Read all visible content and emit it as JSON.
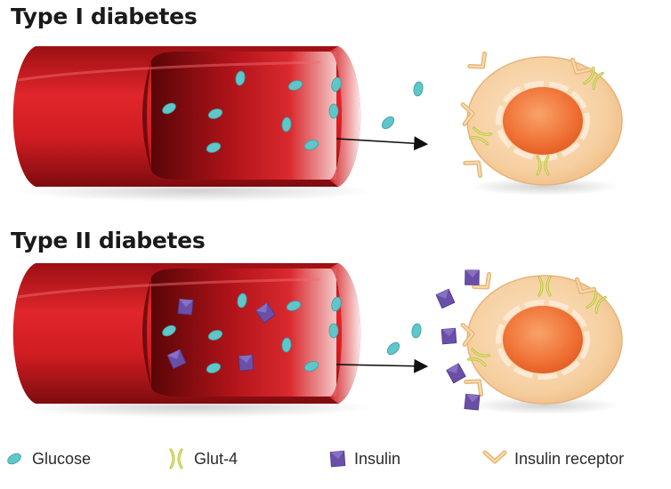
{
  "panels": [
    {
      "title": "Type I diabetes"
    },
    {
      "title": "Type II diabetes"
    }
  ],
  "legend": [
    {
      "label": "Glucose",
      "icon": "glucose-icon"
    },
    {
      "label": "Glut-4",
      "icon": "glut4-icon"
    },
    {
      "label": "Insulin",
      "icon": "insulin-icon"
    },
    {
      "label": "Insulin receptor",
      "icon": "insulin-receptor-icon"
    }
  ],
  "colors": {
    "vessel_red": "#c4161c",
    "vessel_dark": "#6d0a0c",
    "glucose": "#5fc6c9",
    "insulin": "#6a4fa8",
    "glut4": "#c9d24a",
    "receptor": "#f3c98e",
    "cell": "#f6d2a4",
    "nucleus": "#f07a3c"
  }
}
